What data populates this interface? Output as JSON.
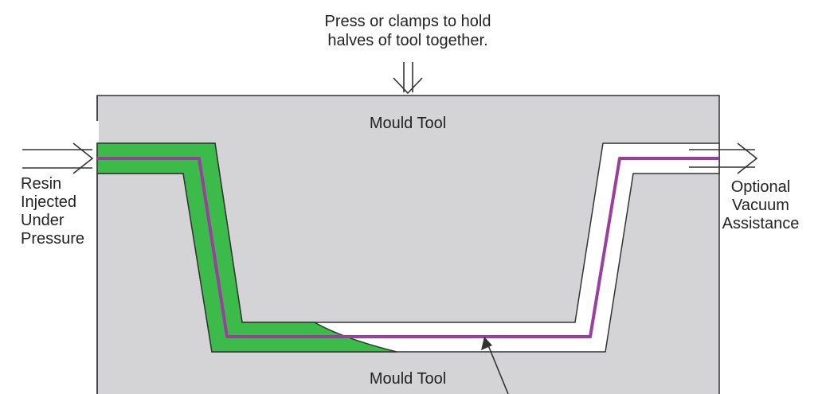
{
  "labels": {
    "press_line1": "Press or clamps to hold",
    "press_line2": "halves of tool together.",
    "mould_tool_top": "Mould Tool",
    "mould_tool_bottom": "Mould Tool",
    "resin_line1": "Resin",
    "resin_line2": "Injected",
    "resin_line3": "Under",
    "resin_line4": "Pressure",
    "vacuum_line1": "Optional",
    "vacuum_line2": "Vacuum",
    "vacuum_line3": "Assistance"
  },
  "colors": {
    "tool": "#d4d4d6",
    "tool_outline": "#333333",
    "resin": "#3dbb4a",
    "reinforcement": "#9a3fa0",
    "cavity": "#ffffff",
    "arrow": "#333333"
  }
}
